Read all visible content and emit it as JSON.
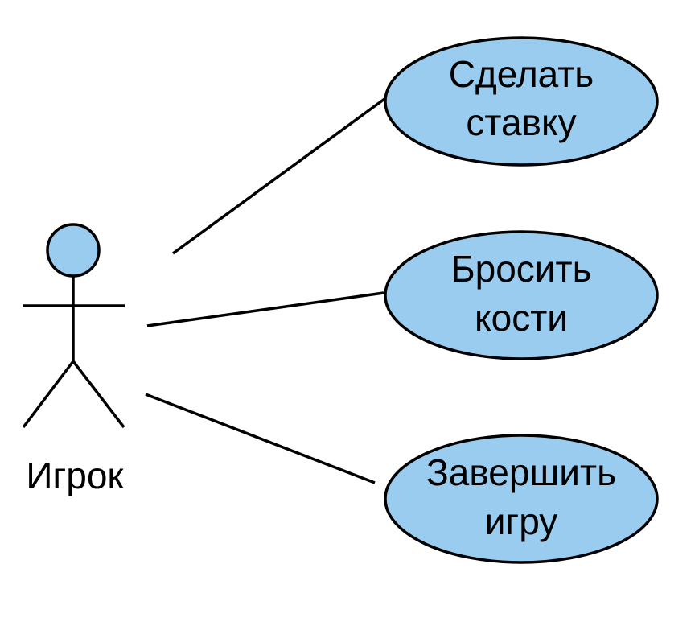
{
  "diagram": {
    "colors": {
      "fill": "#99CCEE",
      "stroke": "#000000",
      "background": "#FFFFFF"
    },
    "actor": {
      "label": "Игрок",
      "icon": "stick-figure-icon"
    },
    "use_cases": [
      {
        "line1": "Сделать",
        "line2": "ставку"
      },
      {
        "line1": "Бросить",
        "line2": "кости"
      },
      {
        "line1": "Завершить",
        "line2": "игру"
      }
    ]
  }
}
